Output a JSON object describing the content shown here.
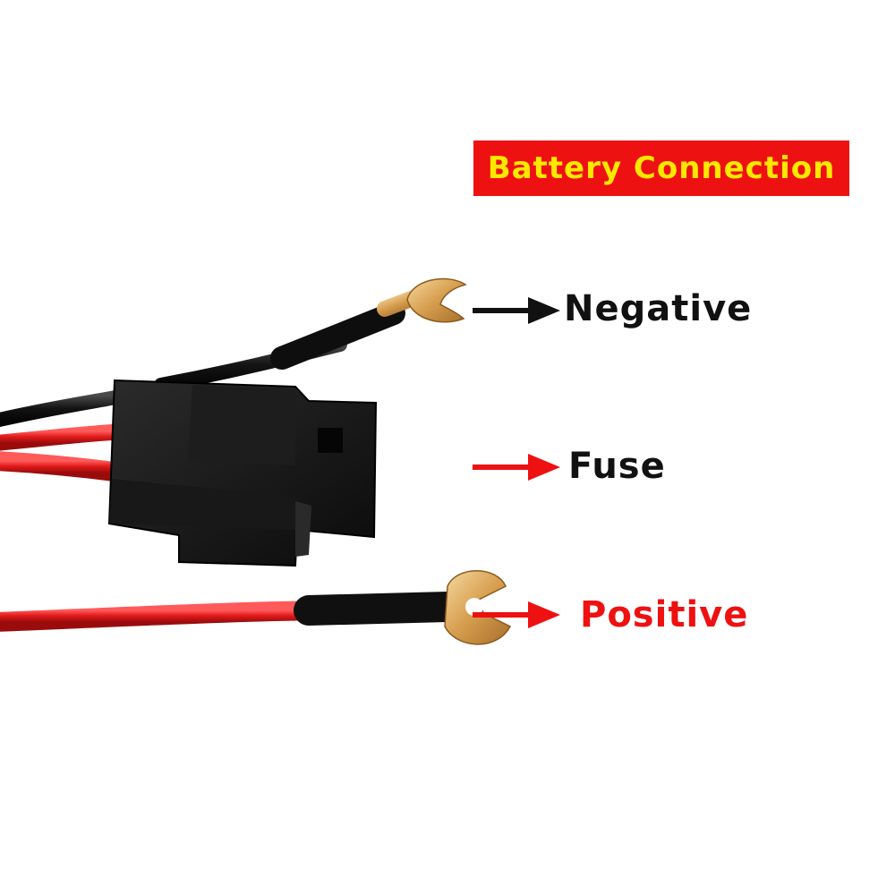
{
  "title": "Battery Connection",
  "labels": {
    "negative": "Negative",
    "fuse": "Fuse",
    "positive": "Positive"
  },
  "colors": {
    "title_background": "#ee1111",
    "title_text": "#ffe800",
    "negative_text": "#111111",
    "fuse_text": "#111111",
    "positive_text": "#ee1111",
    "negative_arrow": "#111111",
    "fuse_arrow": "#ee1111",
    "positive_arrow": "#ee1111",
    "red_wire": "#e01b1b",
    "black_wire": "#151515",
    "terminal": "#d9a552",
    "fuse_holder": "#141414"
  }
}
